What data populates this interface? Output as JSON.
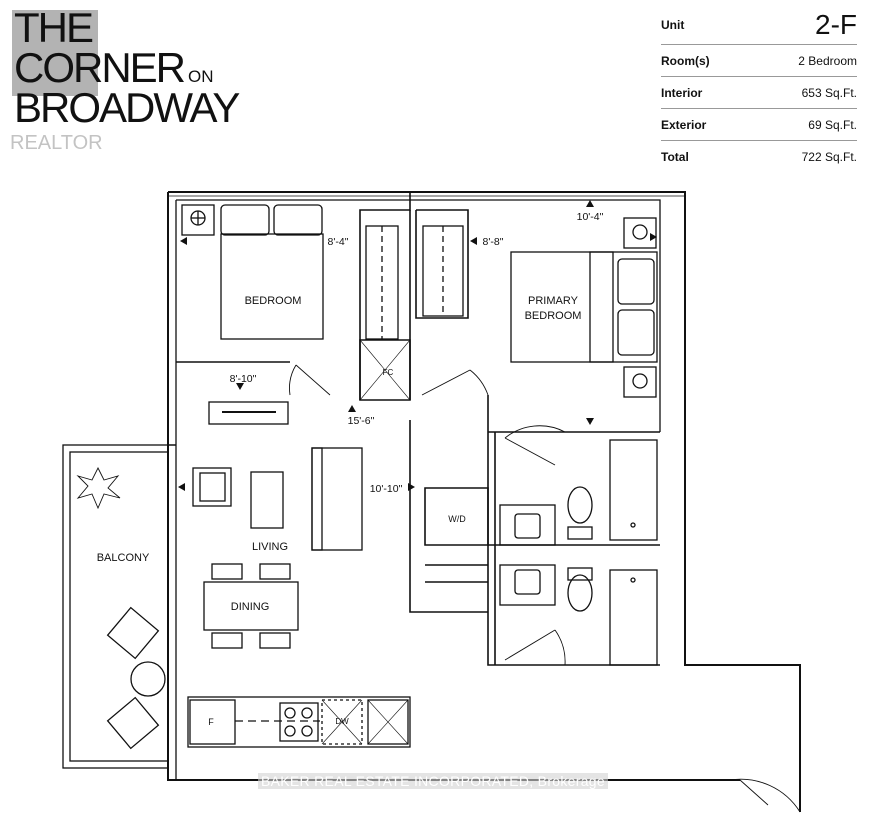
{
  "logo": {
    "line1": "THE",
    "line2": "CORNER",
    "on": "ON",
    "line3": "BROADWAY",
    "realtor_watermark": "REALTOR"
  },
  "unit_info": {
    "unit_label": "Unit",
    "unit_value": "2-F",
    "rows": [
      {
        "label": "Room(s)",
        "value": "2 Bedroom"
      },
      {
        "label": "Interior",
        "value": "653 Sq.Ft."
      },
      {
        "label": "Exterior",
        "value": "69 Sq.Ft."
      },
      {
        "label": "Total",
        "value": "722 Sq.Ft."
      }
    ]
  },
  "rooms": {
    "bedroom": "BEDROOM",
    "primary1": "PRIMARY",
    "primary2": "BEDROOM",
    "fc": "FC",
    "wd": "W/D",
    "living": "LIVING",
    "dining": "DINING",
    "balcony": "BALCONY",
    "fridge": "F",
    "dw": "DW"
  },
  "dimensions": {
    "d1": "8'-4\"",
    "d2": "8'-8\"",
    "d3": "10'-4\"",
    "d4": "8'-10\"",
    "d5": "15'-6\"",
    "d6": "10'-10\""
  },
  "watermark": "BAKER REAL ESTATE INCORPORATED, Brokerage"
}
